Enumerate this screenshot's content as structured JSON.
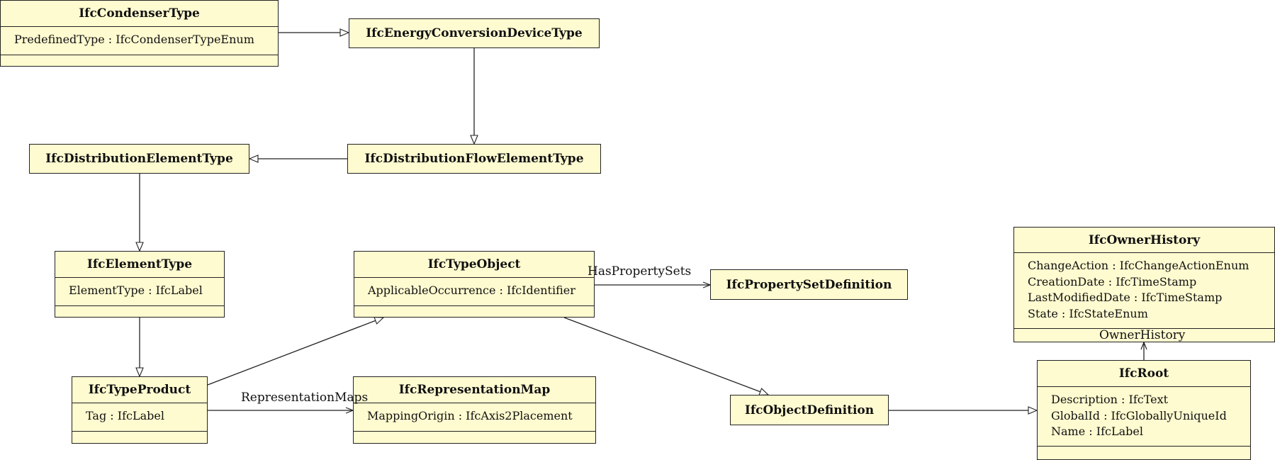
{
  "classes": {
    "condenser": {
      "name": "IfcCondenserType",
      "attrs": [
        "PredefinedType : IfcCondenserTypeEnum"
      ]
    },
    "energy": {
      "name": "IfcEnergyConversionDeviceType",
      "attrs": []
    },
    "distflow": {
      "name": "IfcDistributionFlowElementType",
      "attrs": []
    },
    "distelem": {
      "name": "IfcDistributionElementType",
      "attrs": []
    },
    "elemtype": {
      "name": "IfcElementType",
      "attrs": [
        "ElementType : IfcLabel"
      ]
    },
    "typeobject": {
      "name": "IfcTypeObject",
      "attrs": [
        "ApplicableOccurrence : IfcIdentifier"
      ]
    },
    "propset": {
      "name": "IfcPropertySetDefinition",
      "attrs": []
    },
    "typeproduct": {
      "name": "IfcTypeProduct",
      "attrs": [
        "Tag : IfcLabel"
      ]
    },
    "repmap": {
      "name": "IfcRepresentationMap",
      "attrs": [
        "MappingOrigin : IfcAxis2Placement"
      ]
    },
    "objdef": {
      "name": "IfcObjectDefinition",
      "attrs": []
    },
    "ownerhistory": {
      "name": "IfcOwnerHistory",
      "attrs": [
        "ChangeAction : IfcChangeActionEnum",
        "CreationDate : IfcTimeStamp",
        "LastModifiedDate : IfcTimeStamp",
        "State : IfcStateEnum"
      ]
    },
    "root": {
      "name": "IfcRoot",
      "attrs": [
        "Description : IfcText",
        "GlobalId : IfcGloballyUniqueId",
        "Name : IfcLabel"
      ]
    }
  },
  "associations": {
    "has_property_sets": "HasPropertySets",
    "representation_maps": "RepresentationMaps",
    "owner_history": "OwnerHistory"
  },
  "relationships": [
    {
      "from": "condenser",
      "to": "energy",
      "kind": "generalization"
    },
    {
      "from": "energy",
      "to": "distflow",
      "kind": "generalization"
    },
    {
      "from": "distflow",
      "to": "distelem",
      "kind": "generalization"
    },
    {
      "from": "distelem",
      "to": "elemtype",
      "kind": "generalization"
    },
    {
      "from": "elemtype",
      "to": "typeproduct",
      "kind": "generalization"
    },
    {
      "from": "typeproduct",
      "to": "typeobject",
      "kind": "generalization"
    },
    {
      "from": "typeobject",
      "to": "objdef",
      "kind": "generalization"
    },
    {
      "from": "objdef",
      "to": "root",
      "kind": "generalization"
    },
    {
      "from": "typeobject",
      "to": "propset",
      "kind": "association",
      "label": "HasPropertySets"
    },
    {
      "from": "typeproduct",
      "to": "repmap",
      "kind": "association",
      "label": "RepresentationMaps"
    },
    {
      "from": "root",
      "to": "ownerhistory",
      "kind": "association",
      "label": "OwnerHistory"
    }
  ]
}
